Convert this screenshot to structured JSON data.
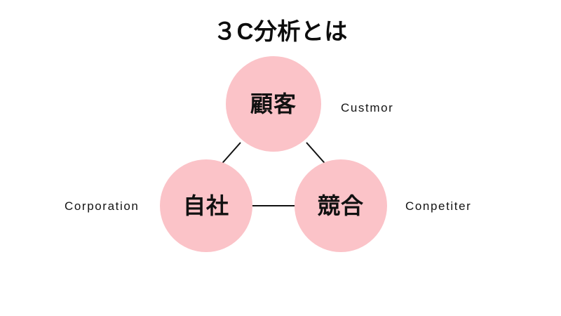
{
  "slide": {
    "title": "３C分析とは",
    "background_color": "#ffffff",
    "circle_fill_color": "#fbc3c8",
    "text_color": "#111111",
    "connector_color": "#111111"
  },
  "nodes": [
    {
      "id": "customer",
      "label": "顧客",
      "caption": "Custmor",
      "position": "top",
      "caption_side": "right"
    },
    {
      "id": "corporation",
      "label": "自社",
      "caption": "Corporation",
      "position": "bottom-left",
      "caption_side": "left"
    },
    {
      "id": "competitor",
      "label": "競合",
      "caption": "Conpetiter",
      "position": "bottom-right",
      "caption_side": "right"
    }
  ],
  "connectors": [
    {
      "from": "customer",
      "to": "corporation"
    },
    {
      "from": "customer",
      "to": "competitor"
    },
    {
      "from": "corporation",
      "to": "competitor"
    }
  ]
}
